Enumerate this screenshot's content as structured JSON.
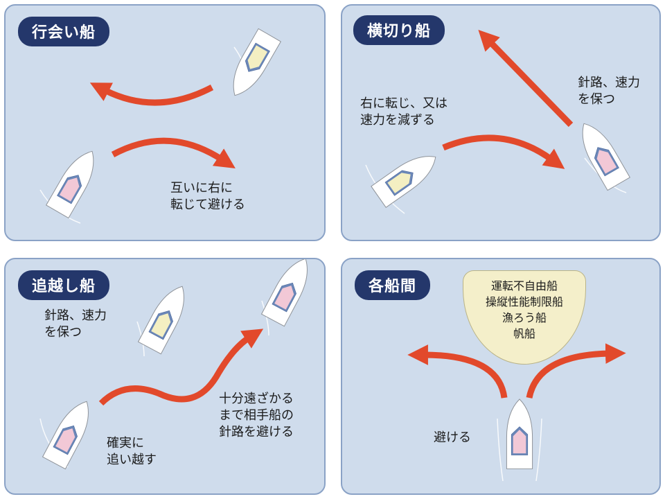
{
  "panels": {
    "head_on": {
      "title": "行会い船",
      "action": [
        "互いに右に",
        "転じて避ける"
      ]
    },
    "crossing": {
      "title": "横切り船",
      "give_way": [
        "右に転じ、又は",
        "速力を減ずる"
      ],
      "stand_on": [
        "針路、速力",
        "を保つ"
      ]
    },
    "overtaking": {
      "title": "追越し船",
      "overtaken": [
        "針路、速力",
        "を保つ"
      ],
      "overtaker": [
        "確実に",
        "追い越す"
      ],
      "keep_clear": [
        "十分遠ざかる",
        "まで相手船の",
        "針路を避ける"
      ]
    },
    "between_vessels": {
      "title": "各船間",
      "priority_vessels": [
        "運転不自由船",
        "操縦性能制限船",
        "漁ろう船",
        "帆船"
      ],
      "action": "避ける"
    }
  },
  "colors": {
    "panel_bg": "#cfdcec",
    "title_bg": "#24376b",
    "arrow": "#e2492b",
    "boat_pink": "#f2c8d6",
    "boat_yellow": "#f4efc2"
  }
}
